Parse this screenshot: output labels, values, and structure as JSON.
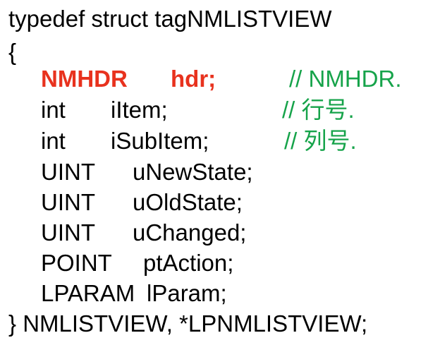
{
  "code": {
    "typedef_line": "typedef struct tagNMLISTVIEW",
    "open_brace": "{",
    "members": [
      {
        "type": "NMHDR",
        "name": "hdr;",
        "comment": "// NMHDR."
      },
      {
        "type": "int",
        "name": "iItem;",
        "comment": "// 行号."
      },
      {
        "type": "int",
        "name": "iSubItem;",
        "comment": "// 列号."
      },
      {
        "type": "UINT",
        "name": "uNewState;"
      },
      {
        "type": "UINT",
        "name": "uOldState;"
      },
      {
        "type": "UINT",
        "name": "uChanged;"
      },
      {
        "type": "POINT",
        "name": "ptAction;"
      },
      {
        "type": "LPARAM",
        "name": "lParam;"
      }
    ],
    "close_line": "} NMLISTVIEW, *LPNMLISTVIEW;"
  },
  "colors": {
    "highlight_member": "#e8321e",
    "comment": "#16a34a",
    "text": "#000000"
  }
}
